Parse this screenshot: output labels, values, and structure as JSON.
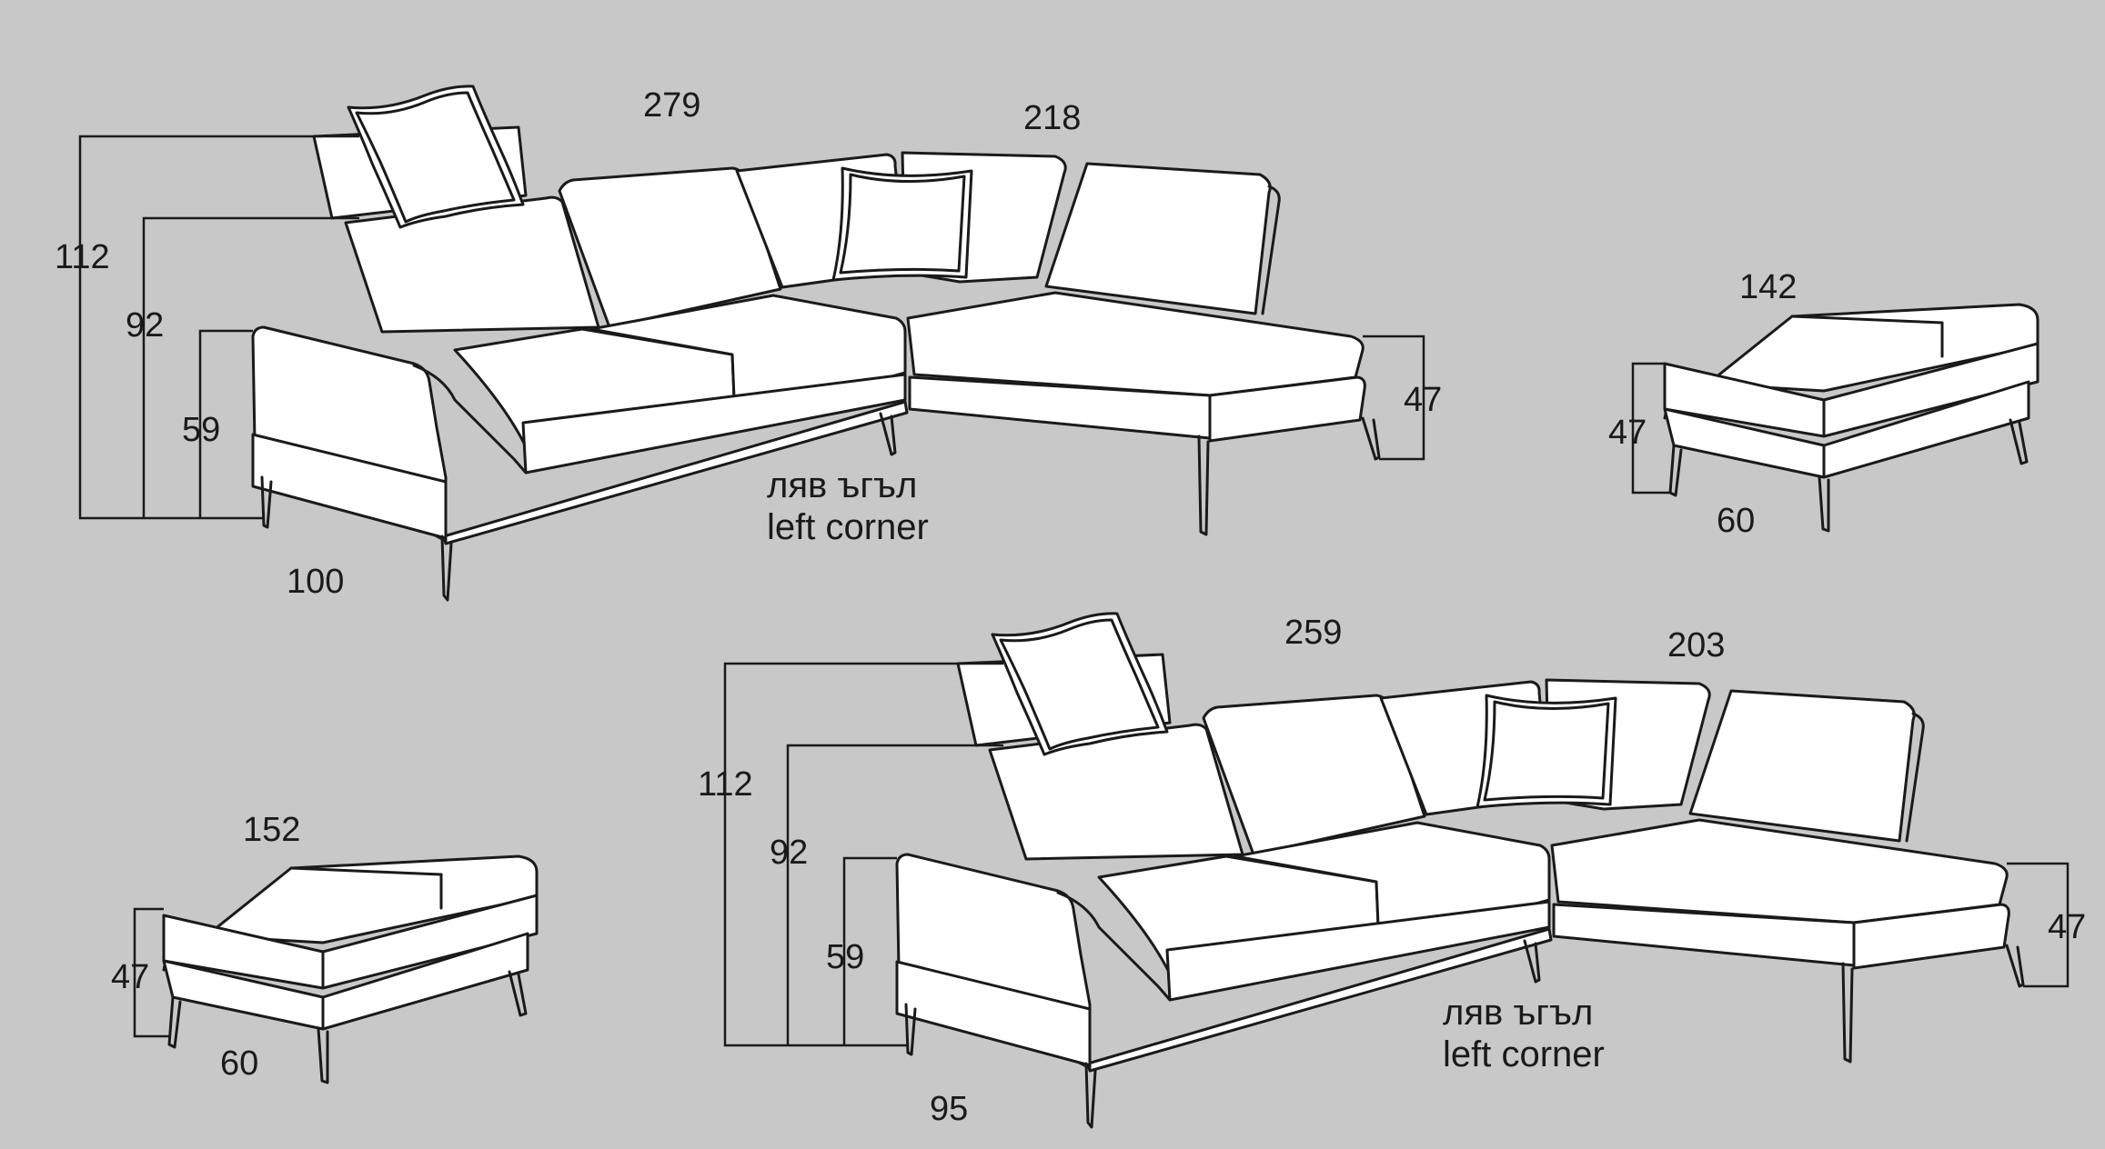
{
  "colors": {
    "background": "#c8c8c8",
    "line": "#1a1a1a",
    "fill": "#ffffff"
  },
  "sofa_large": {
    "height_total": "112",
    "height_back": "92",
    "height_arm": "59",
    "depth_arm": "100",
    "width_main": "279",
    "width_corner": "218",
    "height_chaise": "47",
    "label_bg": "ляв ъгъл",
    "label_en": "left corner"
  },
  "ottoman_right": {
    "width": "142",
    "height": "47",
    "depth": "60"
  },
  "ottoman_left": {
    "width": "152",
    "height": "47",
    "depth": "60"
  },
  "sofa_small": {
    "height_total": "112",
    "height_back": "92",
    "height_arm": "59",
    "depth_arm": "95",
    "width_main": "259",
    "width_corner": "203",
    "height_chaise": "47",
    "label_bg": "ляв ъгъл",
    "label_en": "left corner"
  }
}
